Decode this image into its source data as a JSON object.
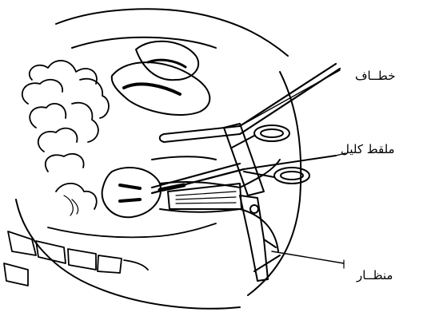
{
  "labels": {
    "hook": "خطــاف",
    "forceps": "ملقط كليل",
    "speculum": "منظــار"
  },
  "colors": {
    "ink": "#000000",
    "paper": "#ffffff"
  }
}
